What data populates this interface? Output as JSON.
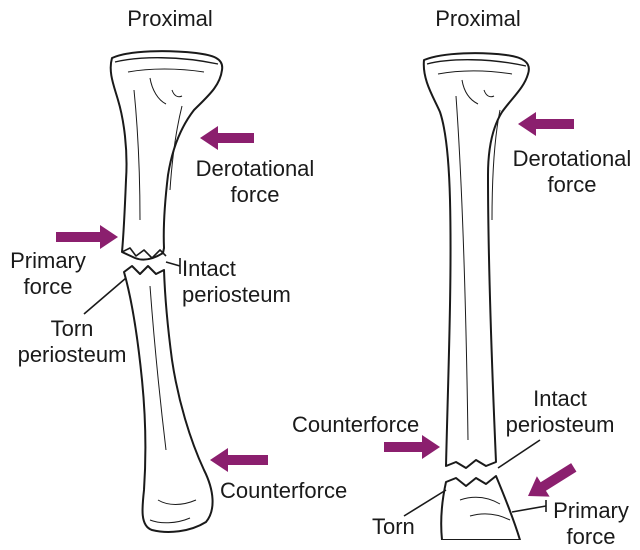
{
  "left_panel": {
    "proximal": "Proximal",
    "derotational_force": [
      "Derotational",
      "force"
    ],
    "primary_force": [
      "Primary",
      "force"
    ],
    "intact_periosteum": [
      "Intact",
      "periosteum"
    ],
    "torn_periosteum": [
      "Torn",
      "periosteum"
    ],
    "counterforce": "Counterforce"
  },
  "right_panel": {
    "proximal": "Proximal",
    "derotational_force": [
      "Derotational",
      "force"
    ],
    "counterforce": "Counterforce",
    "intact_periosteum": [
      "Intact",
      "periosteum"
    ],
    "primary_force": [
      "Primary",
      "force"
    ],
    "torn_periosteum": "Torn"
  },
  "colors": {
    "arrow": "#8b1f6e",
    "line": "#1a1a1a",
    "bone_fill": "#ffffff"
  }
}
